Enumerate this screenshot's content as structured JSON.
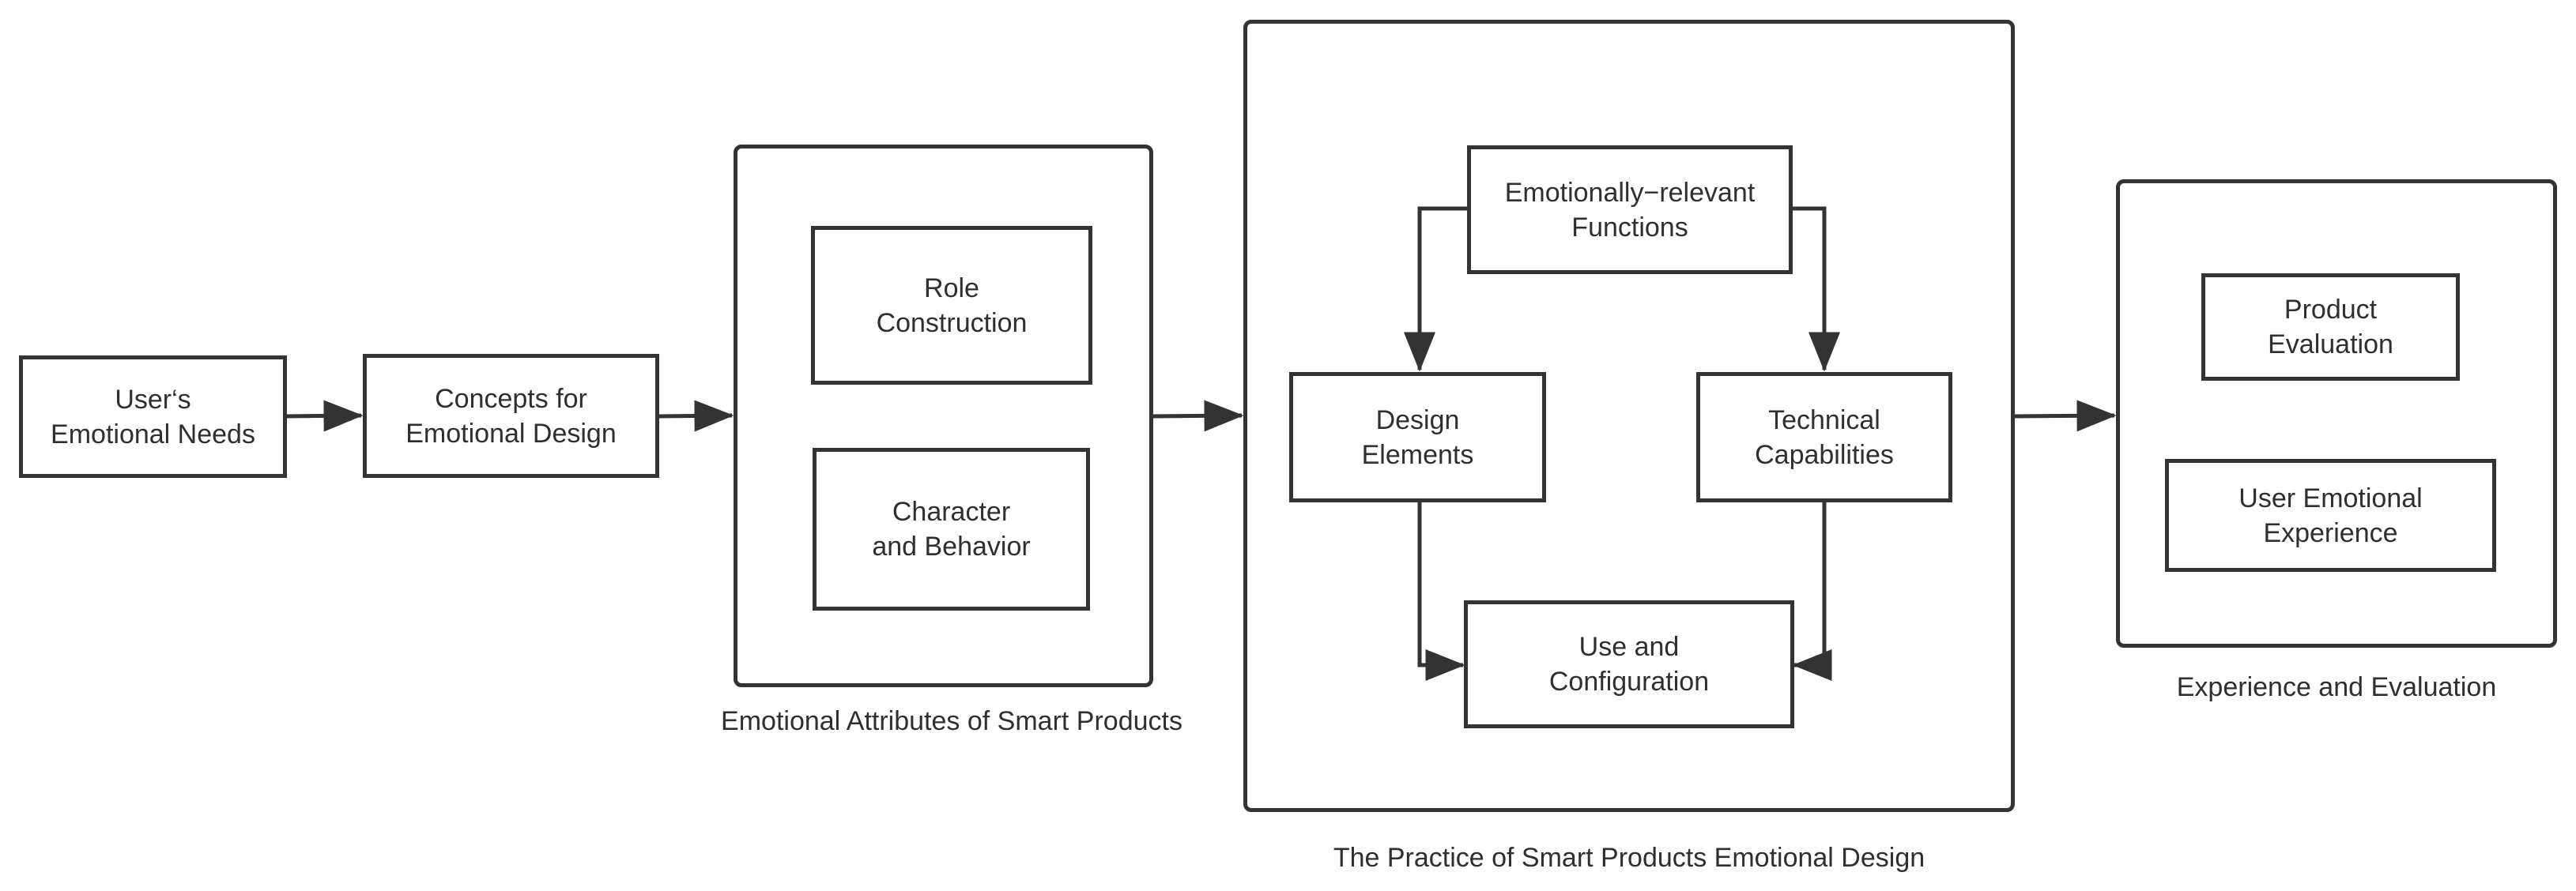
{
  "nodes": {
    "users_needs": "User‘s\nEmotional Needs",
    "concepts": "Concepts for\nEmotional Design",
    "role_construction": "Role\nConstruction",
    "character_behavior": "Character\nand Behavior",
    "emotional_functions": "Emotionally−relevant\nFunctions",
    "design_elements": "Design\nElements",
    "technical_capabilities": "Technical\nCapabilities",
    "use_configuration": "Use and\nConfiguration",
    "product_evaluation": "Product\nEvaluation",
    "user_emotional_experience": "User Emotional\nExperience"
  },
  "captions": {
    "emotional_attributes": "Emotional Attributes of Smart Products",
    "practice": "The Practice of Smart Products Emotional Design",
    "experience": "Experience and Evaluation"
  },
  "colors": {
    "stroke": "#333333",
    "text": "#2f2f2f",
    "background": "#ffffff"
  }
}
